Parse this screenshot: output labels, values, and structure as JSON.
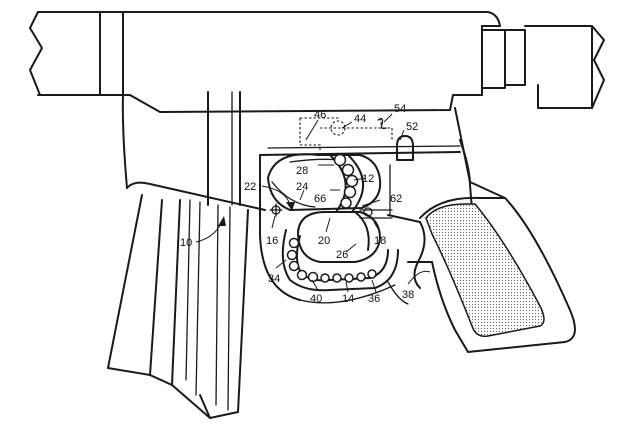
{
  "figure": {
    "labels": [
      {
        "id": "l10",
        "text": "10"
      },
      {
        "id": "l12",
        "text": "12"
      },
      {
        "id": "l14",
        "text": "14"
      },
      {
        "id": "l16",
        "text": "16"
      },
      {
        "id": "l18",
        "text": "18"
      },
      {
        "id": "l20",
        "text": "20"
      },
      {
        "id": "l22",
        "text": "22"
      },
      {
        "id": "l24",
        "text": "24"
      },
      {
        "id": "l26",
        "text": "26"
      },
      {
        "id": "l28",
        "text": "28"
      },
      {
        "id": "l34",
        "text": "34"
      },
      {
        "id": "l36",
        "text": "36"
      },
      {
        "id": "l38",
        "text": "38"
      },
      {
        "id": "l40",
        "text": "40"
      },
      {
        "id": "l44",
        "text": "44"
      },
      {
        "id": "l46",
        "text": "46"
      },
      {
        "id": "l52",
        "text": "52"
      },
      {
        "id": "l54",
        "text": "54"
      },
      {
        "id": "l62",
        "text": "62"
      },
      {
        "id": "l66",
        "text": "66"
      }
    ]
  }
}
